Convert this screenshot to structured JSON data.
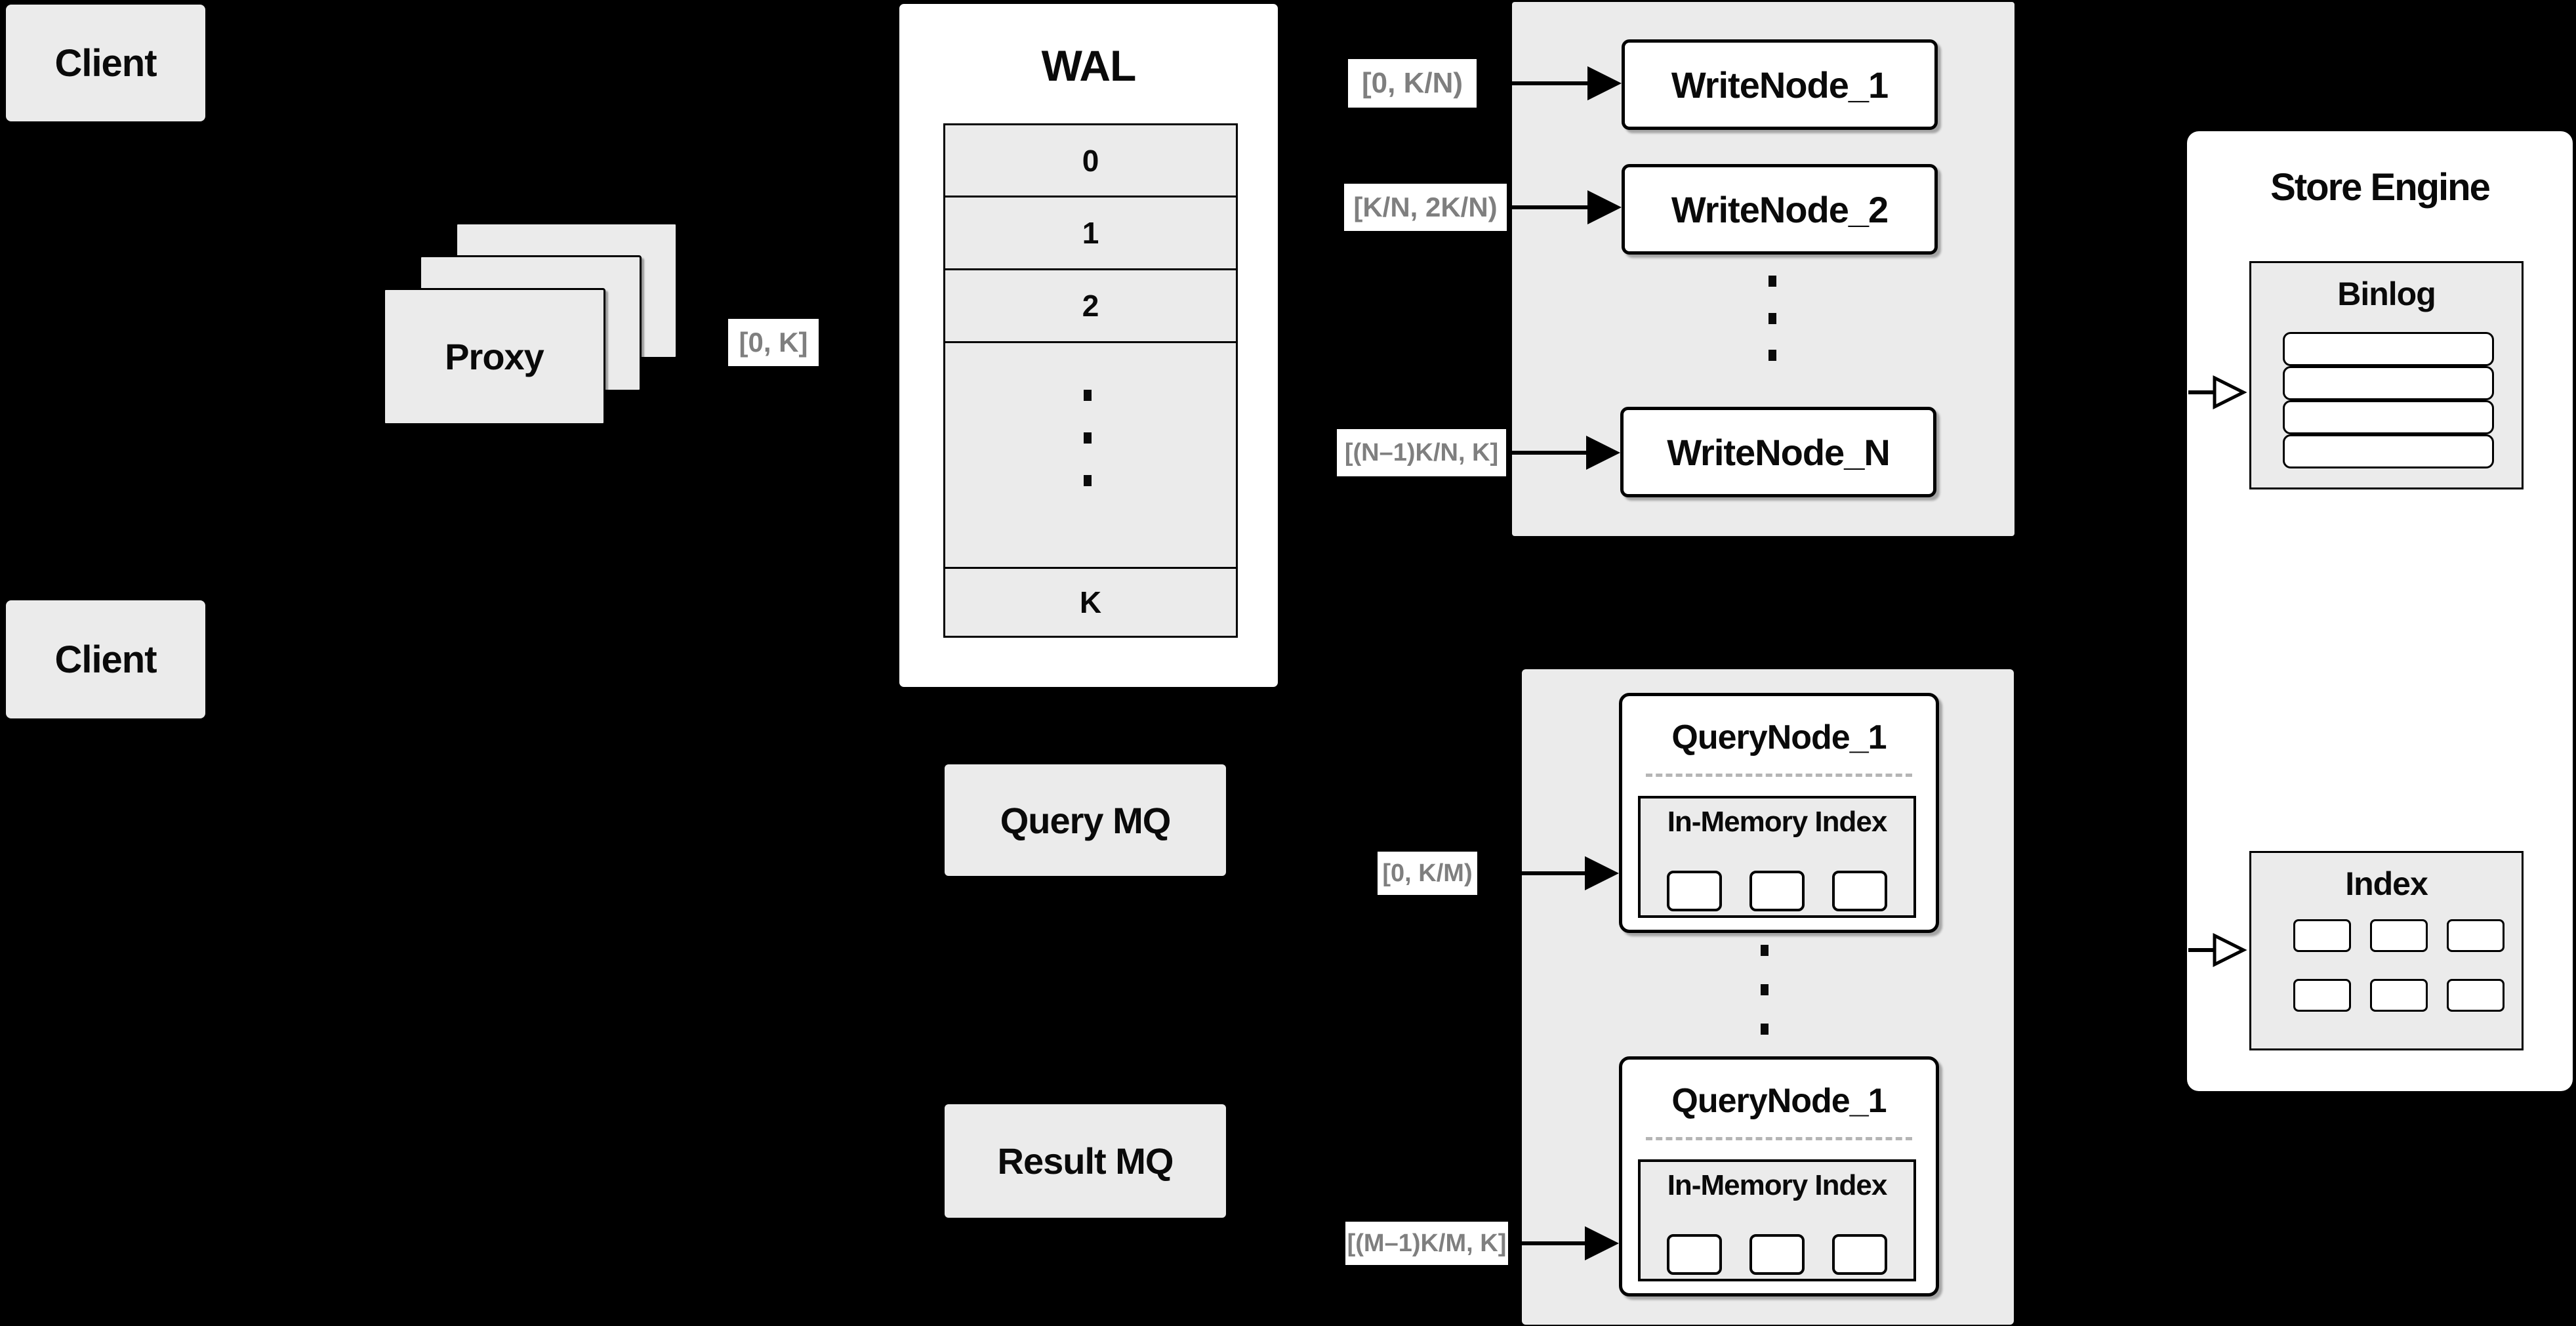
{
  "colors": {
    "background": "#000000",
    "panel_gray": "#ebebeb",
    "box_white": "#ffffff",
    "border": "#000000",
    "range_label_text": "#7f7f7f",
    "dashed_separator": "#b5b5b5"
  },
  "clients": {
    "top_label": "Client",
    "bottom_label": "Client"
  },
  "proxy": {
    "label": "Proxy",
    "stack_count": 3
  },
  "wal": {
    "title": "WAL",
    "rows": [
      "0",
      "1",
      "2"
    ],
    "last_row": "K"
  },
  "range_labels": {
    "proxy_to_wal": "[0, K]",
    "wal_to_writenode_1": "[0, K/N)",
    "wal_to_writenode_2": "[K/N, 2K/N)",
    "wal_to_writenode_n": "[(N–1)K/N, K]",
    "query_mq_to_querynode_top": "[0, K/M)",
    "query_mq_to_querynode_bottom": "[(M–1)K/M, K]"
  },
  "write_nodes": {
    "node_1": "WriteNode_1",
    "node_2": "WriteNode_2",
    "node_n": "WriteNode_N"
  },
  "mq": {
    "query_label": "Query MQ",
    "result_label": "Result MQ"
  },
  "query_nodes": {
    "top": {
      "title": "QueryNode_1",
      "inmem_title": "In-Memory Index"
    },
    "bottom": {
      "title": "QueryNode_1",
      "inmem_title": "In-Memory Index"
    }
  },
  "store_engine": {
    "title": "Store Engine",
    "binlog_title": "Binlog",
    "index_title": "Index",
    "binlog_rows": 4,
    "index_cells": 6
  }
}
